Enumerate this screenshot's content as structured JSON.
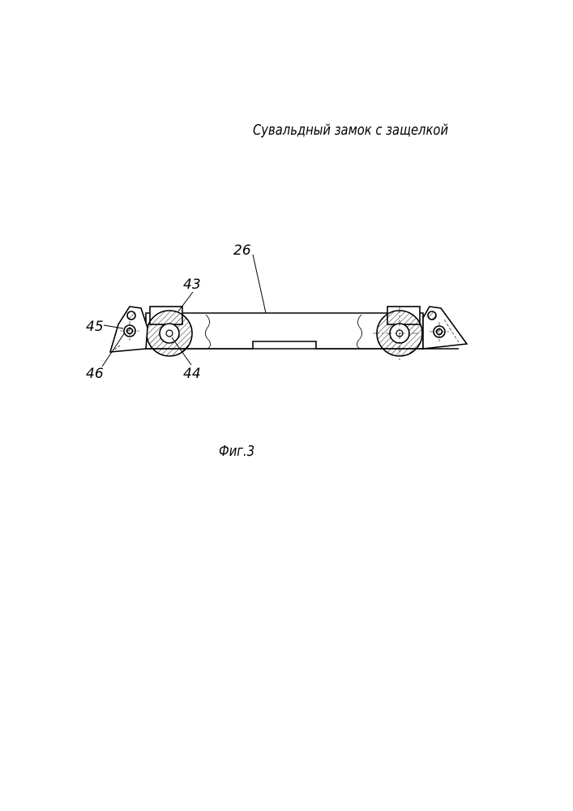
{
  "title": "Сувальдный замок с защелкой",
  "caption": "Фиг.3",
  "labels": {
    "l26": "26",
    "l43": "43",
    "l44": "44",
    "l45": "45",
    "l46": "46"
  }
}
